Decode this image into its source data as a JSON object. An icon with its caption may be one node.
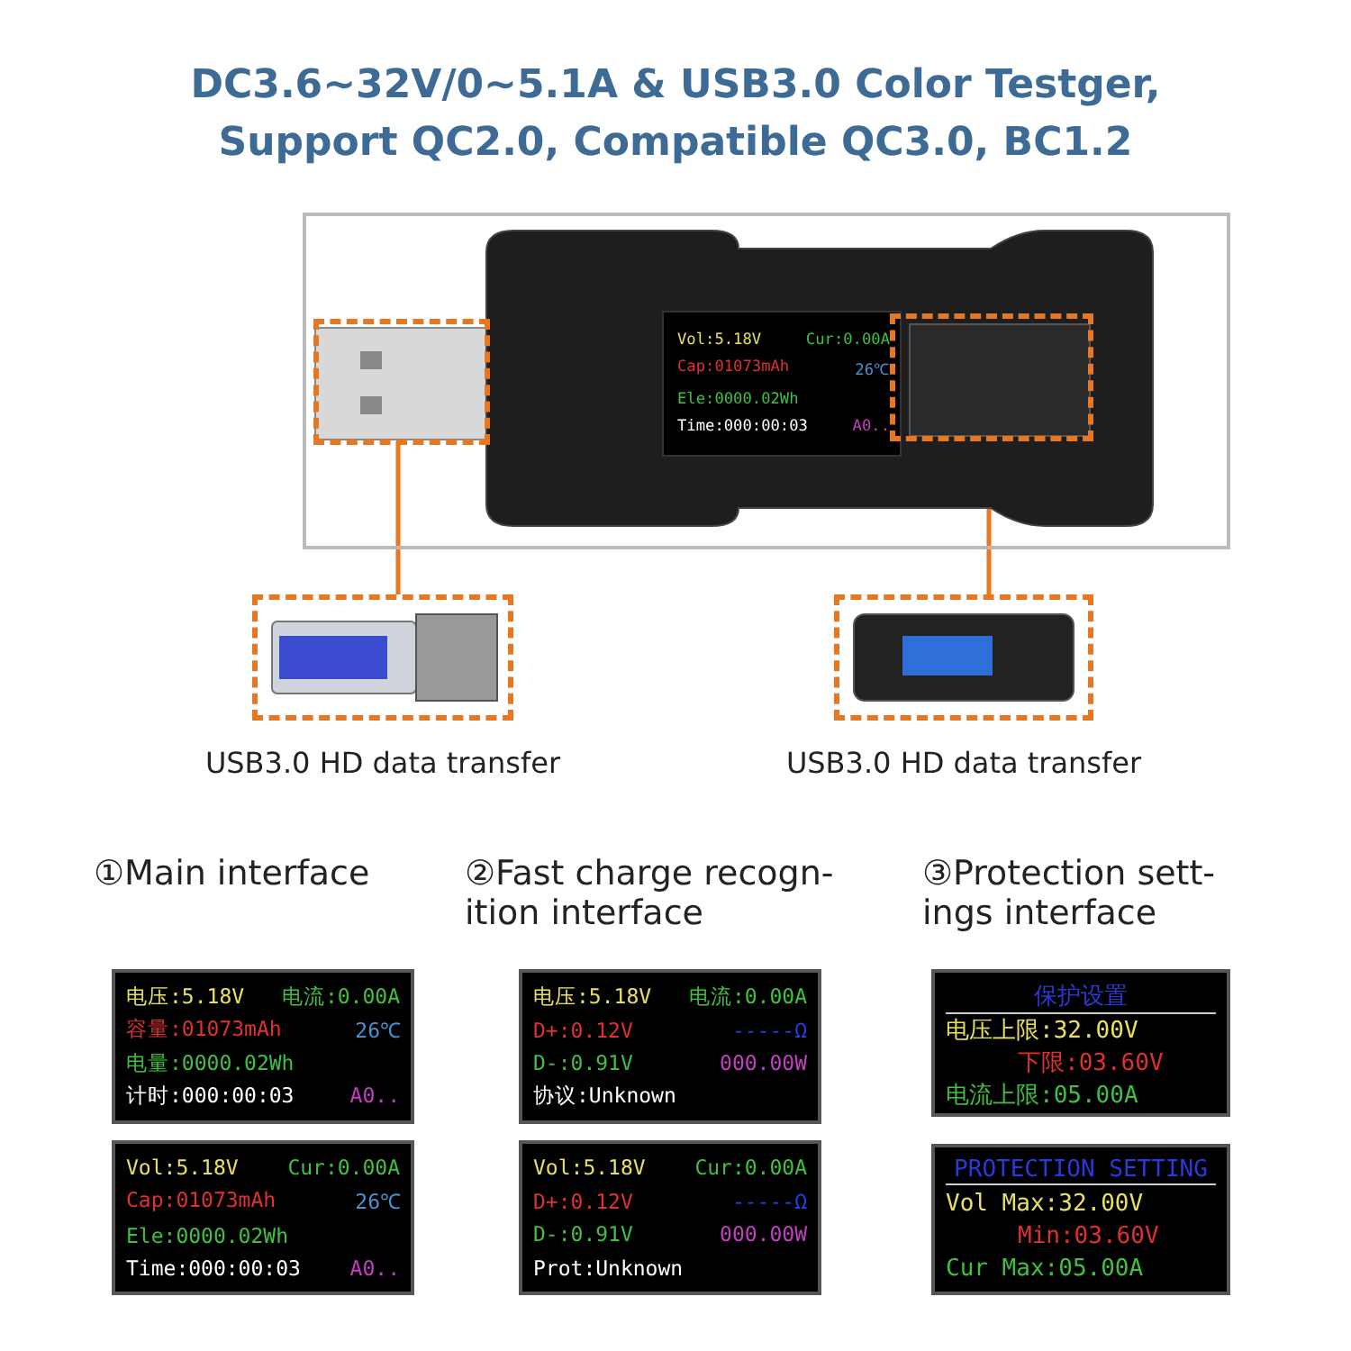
{
  "diagram": {
    "title": "DC3.6~32V/0~5.1A & USB3.0 Color Testger, Support QC2.0, Compatible QC3.0, BC1.2",
    "nodes": [
      {
        "text": [],
        "shape": "picture"
      },
      {
        "text": [
          "Vol:5.18V",
          "Cur:0.00A",
          "Cap:01073mAh",
          "26℃",
          "Ele:0000.02Wh",
          "Time:000:00:03",
          "A0.."
        ],
        "in": 0
      },
      {
        "text": [],
        "shape": "box",
        "in": 0
      },
      {
        "text": [],
        "shape": "box",
        "in": 0
      },
      {
        "text": [],
        "shape": "box",
        "beside": [
          "USB3.0 HD data transfer"
        ]
      },
      {
        "text": [],
        "shape": "box",
        "beside": [
          "USB3.0 HD data transfer"
        ]
      },
      {
        "text": [
          "电压:5.18V",
          "电流:0.00A",
          "容量:01073mAh",
          "26℃",
          "电量:0000.02Wh",
          "计时:000:00:03",
          "A0.."
        ]
      },
      {
        "text": [
          "电压:5.18V",
          "电流:0.00A",
          "D+:0.12V",
          "-----Ω",
          "D-:0.91V",
          "000.00W",
          "协议:Unknown"
        ]
      },
      {
        "text": [
          "保护设置",
          "电压上限:32.00V",
          "下限:03.60V",
          "电流上限:05.00A"
        ]
      },
      {
        "text": [
          "Vol:5.18V",
          "Cur:0.00A",
          "Cap:01073mAh",
          "26℃",
          "Ele:0000.02Wh",
          "Time:000:00:03",
          "A0.."
        ]
      },
      {
        "text": [
          "Vol:5.18V",
          "Cur:0.00A",
          "D+:0.12V",
          "-----Ω",
          "D-:0.91V",
          "000.00W",
          "Prot:Unknown"
        ]
      },
      {
        "text": [
          "PROTECTION SETTING",
          "Vol Max:32.00V",
          "Min:03.60V",
          "Cur Max:05.00A"
        ]
      }
    ],
    "edges": [
      {
        "from": 2,
        "to": 4,
        "arrow": "none"
      },
      {
        "from": 3,
        "to": 5,
        "arrow": "none"
      }
    ],
    "labels": [
      "①Main interface",
      "②Fast charge recogn- ition interface",
      "③Protection sett- ings interface"
    ]
  }
}
